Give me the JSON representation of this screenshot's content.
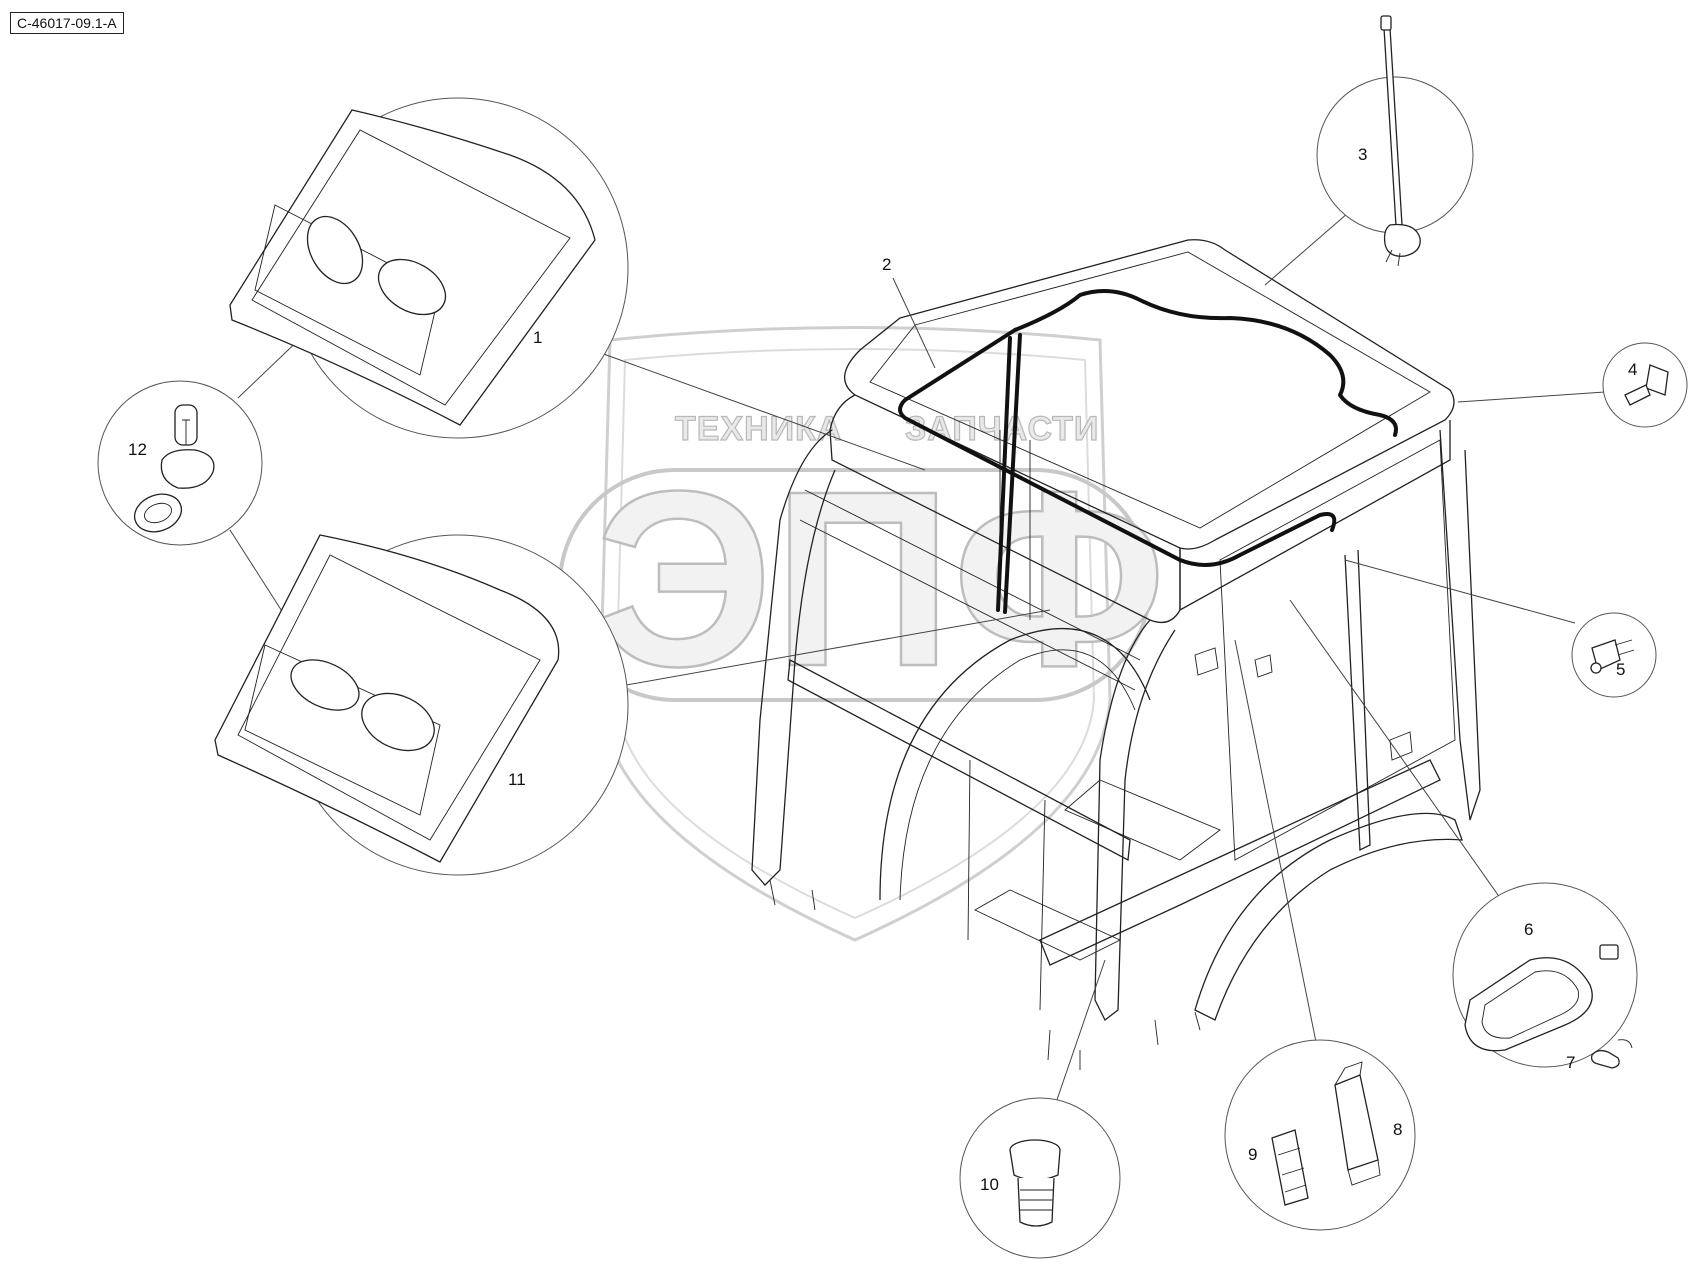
{
  "drawing_code": "C-46017-09.1-A",
  "watermark": {
    "line1": "ТЕХНИКА",
    "line2": "ЗАПЧАСТИ",
    "logo": "ЭПФ"
  },
  "callouts": [
    {
      "id": "p1",
      "label": "1"
    },
    {
      "id": "p2",
      "label": "2"
    },
    {
      "id": "p3",
      "label": "3"
    },
    {
      "id": "p4",
      "label": "4"
    },
    {
      "id": "p5",
      "label": "5"
    },
    {
      "id": "p6",
      "label": "6"
    },
    {
      "id": "p7",
      "label": "7"
    },
    {
      "id": "p8",
      "label": "8"
    },
    {
      "id": "p9",
      "label": "9"
    },
    {
      "id": "p10",
      "label": "10"
    },
    {
      "id": "p11",
      "label": "11"
    },
    {
      "id": "p12",
      "label": "12"
    }
  ],
  "colors": {
    "line": "#222222",
    "watermark_fill": "#f2f2f2",
    "watermark_stroke": "#bdbdbd"
  }
}
